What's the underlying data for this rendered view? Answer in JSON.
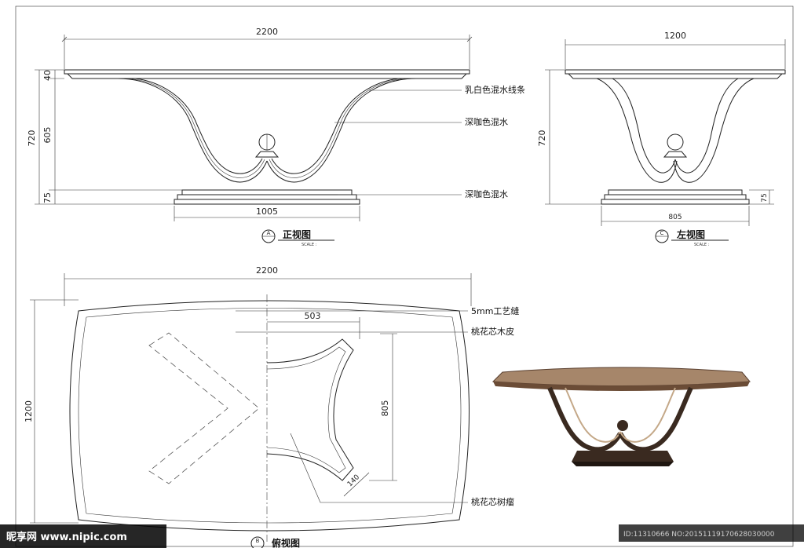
{
  "front_view": {
    "width_dim": "2200",
    "top_dim": "40",
    "middle_dim": "605",
    "base_dim": "75",
    "height_dim": "720",
    "base_width_dim": "1005",
    "label_milk_line": "乳白色混水线条",
    "label_dark_1": "深咖色混水",
    "label_dark_2": "深咖色混水",
    "title_letter": "A",
    "title": "正视图",
    "scale": "SCALE :"
  },
  "left_view": {
    "width_dim": "1200",
    "height_dim": "720",
    "base_dim": "75",
    "base_width_dim": "805",
    "title_letter": "C",
    "title": "左视图",
    "scale": "SCALE :"
  },
  "top_view": {
    "width_dim": "2200",
    "depth_dim": "1200",
    "half_dim": "503",
    "span_dim": "805",
    "corner_dim": "140",
    "label_groove": "5mm工艺缝",
    "label_veneer": "桃花芯木皮",
    "label_burl": "桃花芯树瘤",
    "title_letter": "B",
    "title": "俯视图"
  },
  "watermark": {
    "logo": "昵享网 www.nipic.com",
    "id_text": "ID:11310666 NO:20151119170628030000"
  },
  "colors": {
    "line": "#222222",
    "table_top": "#9a7a5c",
    "table_dark": "#3a2a20",
    "watermark_bg": "#000000"
  }
}
